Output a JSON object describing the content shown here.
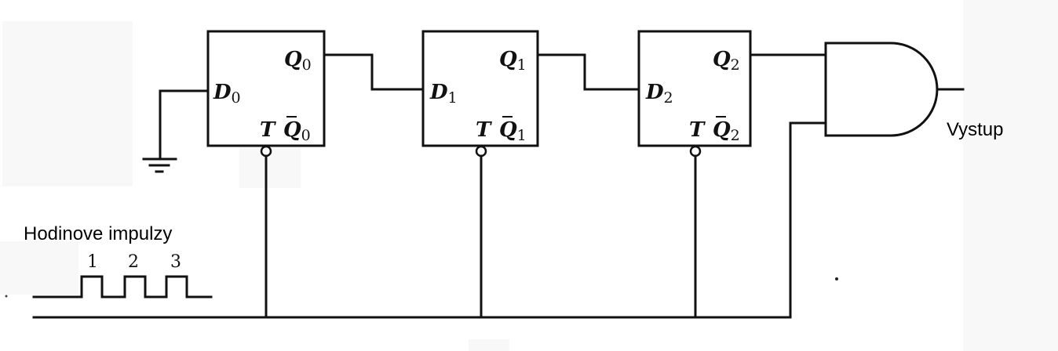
{
  "diagram": {
    "type": "shift-register-circuit",
    "flip_flops": [
      {
        "id": "FF0",
        "d_label": "D",
        "d_sub": "0",
        "q_label": "Q",
        "q_sub": "0",
        "t_label": "T",
        "qbar_label": "Q",
        "qbar_sub": "0"
      },
      {
        "id": "FF1",
        "d_label": "D",
        "d_sub": "1",
        "q_label": "Q",
        "q_sub": "1",
        "t_label": "T",
        "qbar_label": "Q",
        "qbar_sub": "1"
      },
      {
        "id": "FF2",
        "d_label": "D",
        "d_sub": "2",
        "q_label": "Q",
        "q_sub": "2",
        "t_label": "T",
        "qbar_label": "Q",
        "qbar_sub": "2"
      }
    ],
    "gate": {
      "type": "AND",
      "inputs": [
        "Q2",
        "clock"
      ]
    },
    "output_label": "Vystup",
    "clock": {
      "label": "Hodinove impulzy",
      "pulses": [
        "1",
        "2",
        "3"
      ]
    },
    "ground": "D0 input tied to ground"
  }
}
